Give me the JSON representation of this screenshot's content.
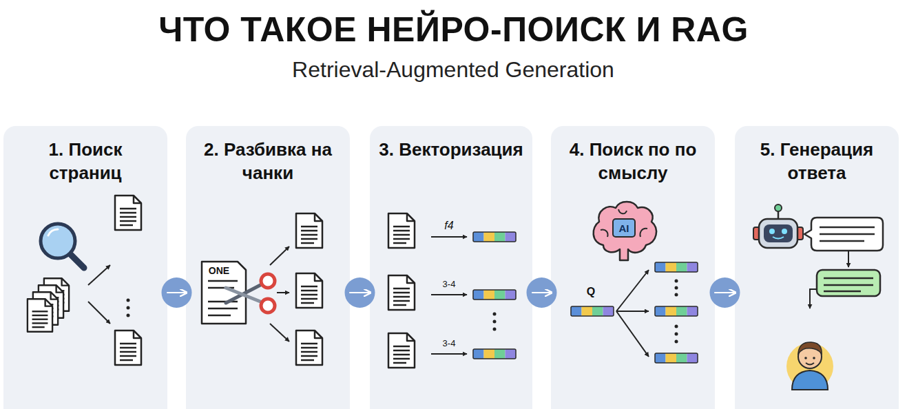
{
  "diagram": {
    "title": "ЧТО ТАКОЕ НЕЙРО-ПОИСК И RAG",
    "nodes": [
      {
        "text": [
          "1. Поиск страниц"
        ]
      },
      {
        "text": [
          "2. Разбивка на чанки"
        ]
      },
      {
        "text": [
          "3. Векторизация"
        ]
      },
      {
        "text": [
          "4. Поиск по по смыслу"
        ]
      },
      {
        "text": [
          "5. Генерация ответа"
        ]
      }
    ],
    "edges": [
      {
        "from": 0,
        "to": 1,
        "arrow": "to"
      },
      {
        "from": 1,
        "to": 2,
        "arrow": "to"
      },
      {
        "from": 2,
        "to": 3,
        "arrow": "to"
      },
      {
        "from": 3,
        "to": 4,
        "arrow": "to"
      }
    ],
    "labels": [
      "Retrieval-Augmented Generation",
      "ONE",
      "f4",
      "3-4",
      "3-4",
      "AI",
      "Q"
    ]
  }
}
